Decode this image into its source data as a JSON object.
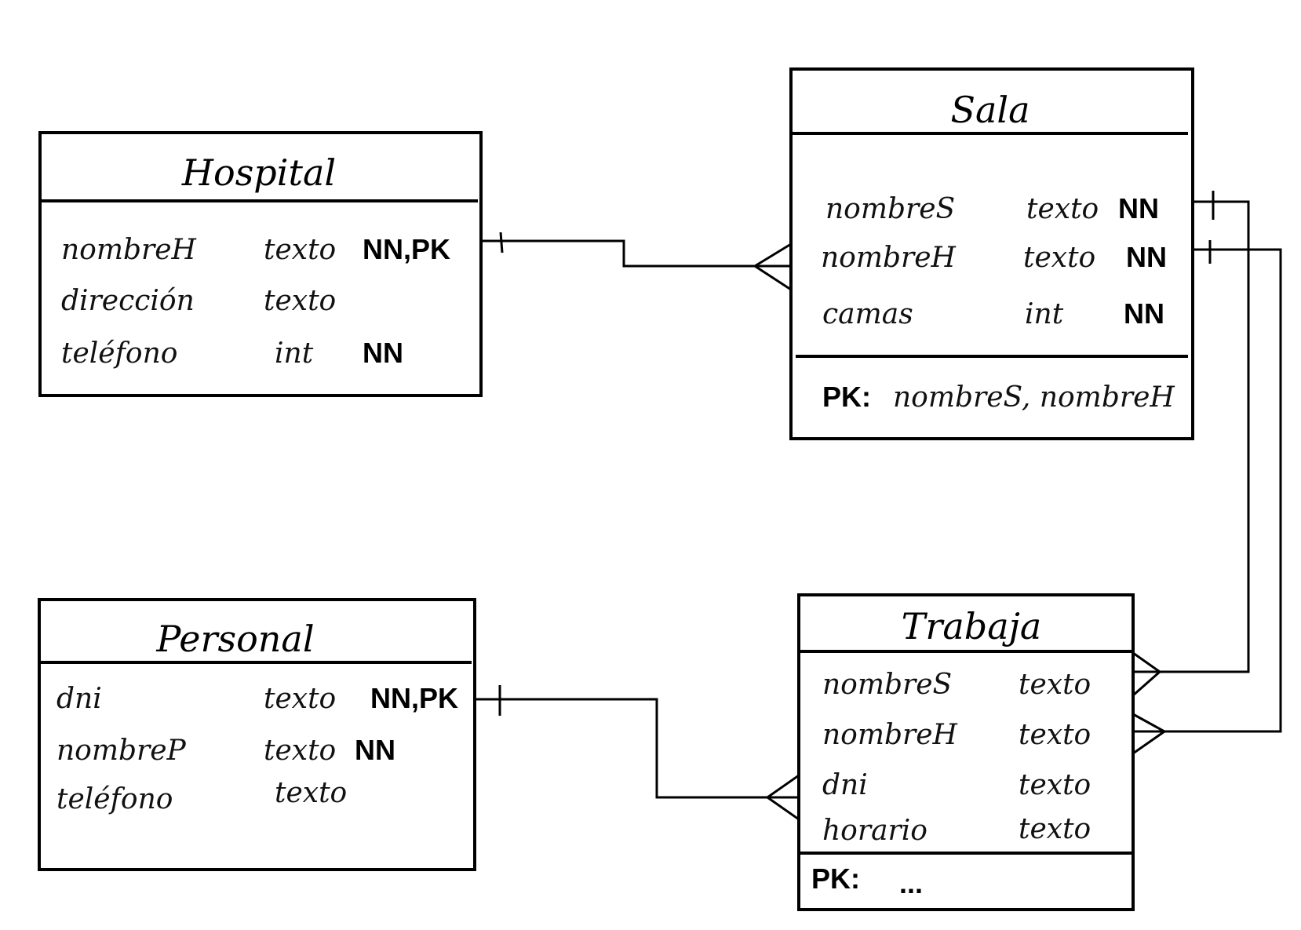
{
  "entities": {
    "hospital": {
      "title": "Hospital",
      "rows": [
        {
          "name": "nombreH",
          "type": "texto",
          "constraint": "NN,PK"
        },
        {
          "name": "dirección",
          "type": "texto",
          "constraint": ""
        },
        {
          "name": "teléfono",
          "type": "int",
          "constraint": "NN"
        }
      ]
    },
    "sala": {
      "title": "Sala",
      "rows": [
        {
          "name": "nombreS",
          "type": "texto",
          "constraint": "NN"
        },
        {
          "name": "nombreH",
          "type": "texto",
          "constraint": "NN"
        },
        {
          "name": "camas",
          "type": "int",
          "constraint": "NN"
        }
      ],
      "pk_label": "PK:",
      "pk_value": "nombreS, nombreH"
    },
    "personal": {
      "title": "Personal",
      "rows": [
        {
          "name": "dni",
          "type": "texto",
          "constraint": "NN,PK"
        },
        {
          "name": "nombreP",
          "type": "texto",
          "constraint": "NN"
        },
        {
          "name": "teléfono",
          "type": "texto",
          "constraint": ""
        }
      ]
    },
    "trabaja": {
      "title": "Trabaja",
      "rows": [
        {
          "name": "nombreS",
          "type": "texto"
        },
        {
          "name": "nombreH",
          "type": "texto"
        },
        {
          "name": "dni",
          "type": "texto"
        },
        {
          "name": "horario",
          "type": "texto"
        }
      ],
      "pk_label": "PK:",
      "pk_value": "..."
    }
  }
}
